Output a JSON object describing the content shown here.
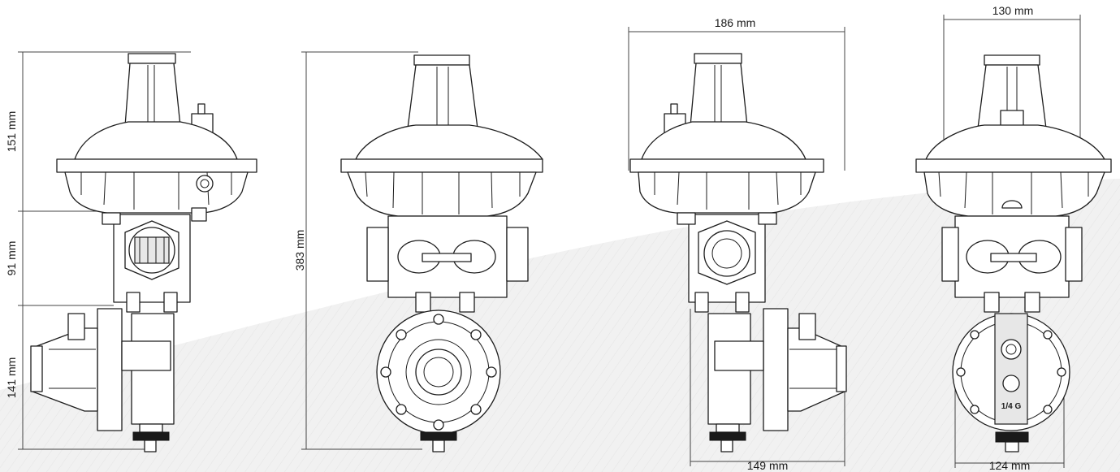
{
  "dimensions": {
    "v1_top": "151 mm",
    "v1_mid": "91 mm",
    "v1_bottom": "141 mm",
    "v2_total": "383 mm",
    "v3_width": "186 mm",
    "v3_bottom": "149 mm",
    "v4_width": "130 mm",
    "v4_bottom": "124 mm"
  },
  "markings": {
    "gauge_port": "1/4 G"
  },
  "colors": {
    "line": "#1d1d1d",
    "background": "#ffffff",
    "swoosh": "#eeeeee"
  }
}
